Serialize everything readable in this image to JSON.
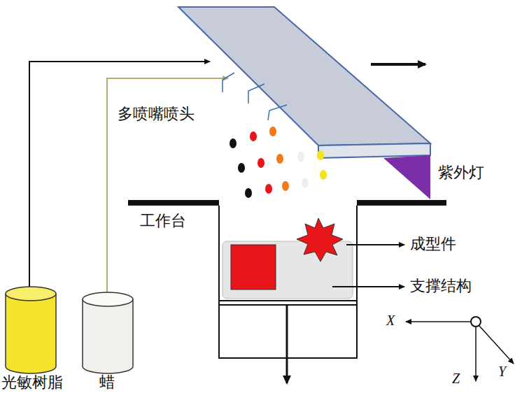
{
  "diagram": {
    "labels": [
      "多喷嘴喷头",
      "紫外灯",
      "工作台",
      "成型件",
      "支撑结构",
      "光敏树脂",
      "蜡",
      "X",
      "Z",
      "Y"
    ]
  }
}
